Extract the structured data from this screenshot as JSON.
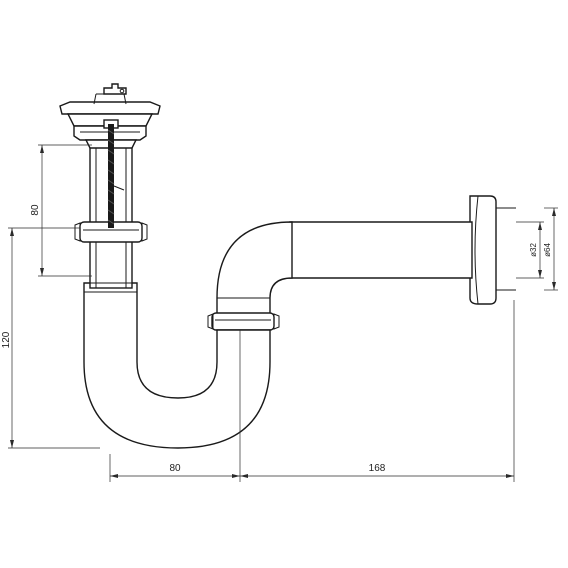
{
  "dimensions": {
    "horizontal_inlet_to_outlet": "80",
    "horizontal_outlet_to_wall": "168",
    "vertical_height": "120",
    "vertical_adjust": "80",
    "pipe_diameter": "ø32",
    "flange_diameter": "ø64"
  }
}
